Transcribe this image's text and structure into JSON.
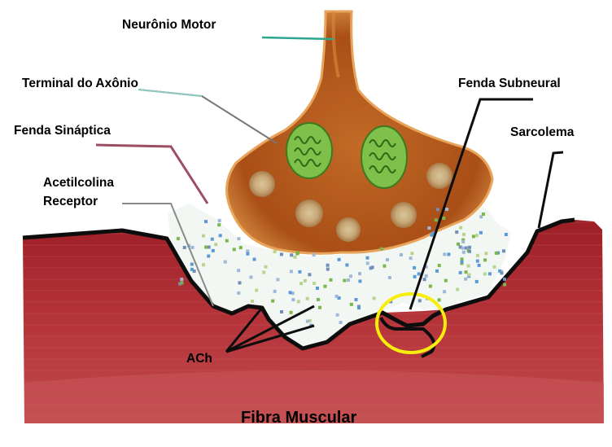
{
  "labels": {
    "motor_neuron": "Neurônio Motor",
    "axon_terminal": "Terminal do Axônio",
    "synaptic_cleft": "Fenda Sináptica",
    "receptor_line1": "Acetilcolina",
    "receptor_line2": "Receptor",
    "subneural_cleft": "Fenda Subneural",
    "sarcolemma": "Sarcolema",
    "ach": "ACh",
    "muscle_fiber": "Fibra Muscular"
  },
  "colors": {
    "neuron_brown": "#b3561b",
    "neuron_light": "#d98a3c",
    "muscle_red": "#a8262a",
    "cleft_white": "#f4f8f4",
    "mitochondria_green": "#6fb23e",
    "highlight_yellow": "#f5ee0e",
    "leader_teal": "#2ea58f",
    "leader_maroon": "#9b4e62",
    "leader_grey": "#8a8a8a"
  }
}
